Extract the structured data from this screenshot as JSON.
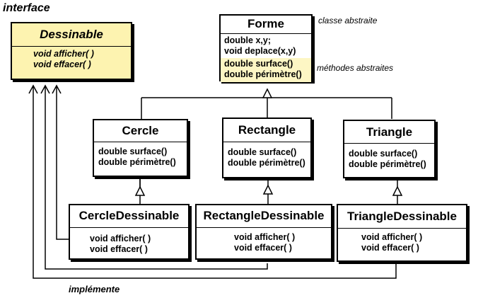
{
  "labels": {
    "interface": "interface",
    "abstract_class": "classe abstraite",
    "abstract_methods": "méthodes abstraites",
    "implements": "implémente"
  },
  "classes": {
    "dessinable": {
      "name": "Dessinable",
      "methods": [
        "void afficher( )",
        "void effacer( )"
      ]
    },
    "forme": {
      "name": "Forme",
      "fields": [
        "double x,y;",
        "void deplace(x,y)"
      ],
      "abstract_methods": [
        "double surface()",
        "double périmètre()"
      ]
    },
    "cercle": {
      "name": "Cercle",
      "methods": [
        "double surface()",
        "double périmètre()"
      ]
    },
    "rectangle": {
      "name": "Rectangle",
      "methods": [
        "double surface()",
        "double périmètre()"
      ]
    },
    "triangle": {
      "name": "Triangle",
      "methods": [
        "double surface()",
        "double périmètre()"
      ]
    },
    "cercle_dessinable": {
      "name": "CercleDessinable",
      "methods": [
        "void afficher( )",
        "void effacer( )"
      ]
    },
    "rectangle_dessinable": {
      "name": "RectangleDessinable",
      "methods": [
        "void afficher( )",
        "void effacer( )"
      ]
    },
    "triangle_dessinable": {
      "name": "TriangleDessinable",
      "methods": [
        "void afficher( )",
        "void effacer( )"
      ]
    }
  },
  "colors": {
    "interface_fill": "#fdf3b0",
    "abstract_methods_fill": "#fdf6c4",
    "line": "#000000"
  }
}
